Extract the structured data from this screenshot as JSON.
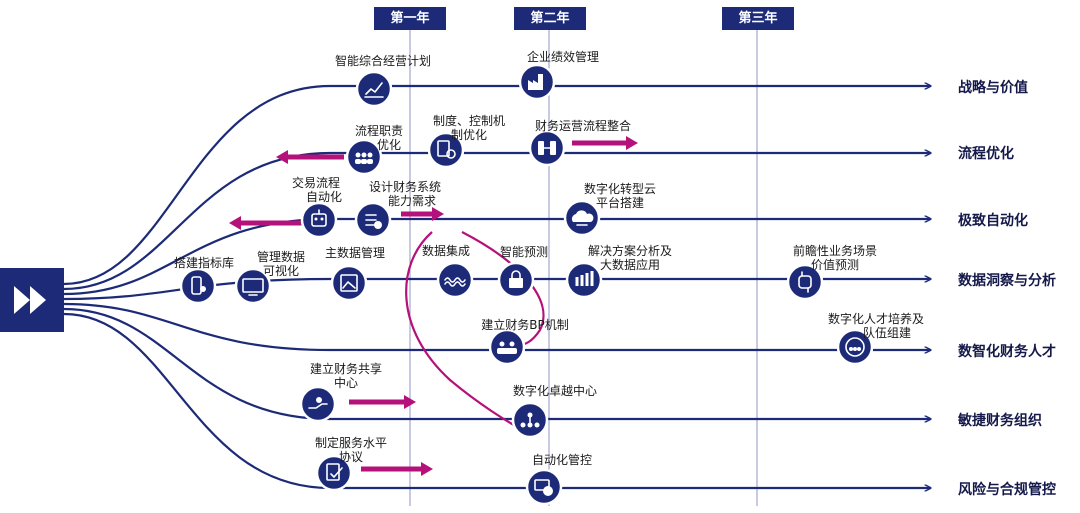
{
  "years": [
    "第一年",
    "第二年",
    "第三年"
  ],
  "start_icon": "double-chevron-right-icon",
  "colors": {
    "navy": "#1c2a78",
    "magenta": "#b5117a",
    "gridline": "#8f96c2",
    "text": "#1a1a1a"
  },
  "lanes": [
    {
      "destination": "战略与价值",
      "nodes": [
        {
          "label": [
            "智能综合经营计划"
          ],
          "icon": "chart-trend-icon"
        },
        {
          "label": [
            "企业绩效管理"
          ],
          "icon": "factory-icon"
        }
      ]
    },
    {
      "destination": "流程优化",
      "nodes": [
        {
          "label": [
            "流程职责",
            "优化"
          ],
          "icon": "people-group-icon"
        },
        {
          "label": [
            "制度、控制机",
            "制优化"
          ],
          "icon": "document-gear-icon"
        },
        {
          "label": [
            "财务运营流程整合"
          ],
          "icon": "process-flow-icon"
        }
      ]
    },
    {
      "destination": "极致自动化",
      "nodes": [
        {
          "label": [
            "交易流程",
            "自动化"
          ],
          "icon": "robot-icon"
        },
        {
          "label": [
            "设计财务系统",
            "能力需求"
          ],
          "icon": "checklist-icon"
        },
        {
          "label": [
            "数字化转型云",
            "平台搭建"
          ],
          "icon": "cloud-icon"
        }
      ]
    },
    {
      "destination": "数据洞察与分析",
      "nodes": [
        {
          "label": [
            "搭建指标库"
          ],
          "icon": "mobile-data-icon"
        },
        {
          "label": [
            "管理数据",
            "可视化"
          ],
          "icon": "monitor-icon"
        },
        {
          "label": [
            "主数据管理"
          ],
          "icon": "data-image-icon"
        },
        {
          "label": [
            "数据集成"
          ],
          "icon": "wave-icon"
        },
        {
          "label": [
            "智能预测"
          ],
          "icon": "lock-icon"
        },
        {
          "label": [
            "解决方案分析及",
            "大数据应用"
          ],
          "icon": "bar-analytics-icon"
        },
        {
          "label": [
            "前瞻性业务场景",
            "价值预测"
          ],
          "icon": "smartwatch-icon"
        }
      ]
    },
    {
      "destination": "数智化财务人才",
      "nodes": [
        {
          "label": [
            "建立财务BP机制"
          ],
          "icon": "partners-icon"
        },
        {
          "label": [
            "数字化人才培养及",
            "队伍组建"
          ],
          "icon": "team-icon"
        }
      ]
    },
    {
      "destination": "敏捷财务组织",
      "nodes": [
        {
          "label": [
            "建立财务共享",
            "中心"
          ],
          "icon": "hand-share-icon"
        },
        {
          "label": [
            "数字化卓越中心"
          ],
          "icon": "org-structure-icon"
        }
      ]
    },
    {
      "destination": "风险与合规管控",
      "nodes": [
        {
          "label": [
            "制定服务水平",
            "协议"
          ],
          "icon": "contract-icon"
        },
        {
          "label": [
            "自动化管控"
          ],
          "icon": "automation-control-icon"
        }
      ]
    }
  ]
}
